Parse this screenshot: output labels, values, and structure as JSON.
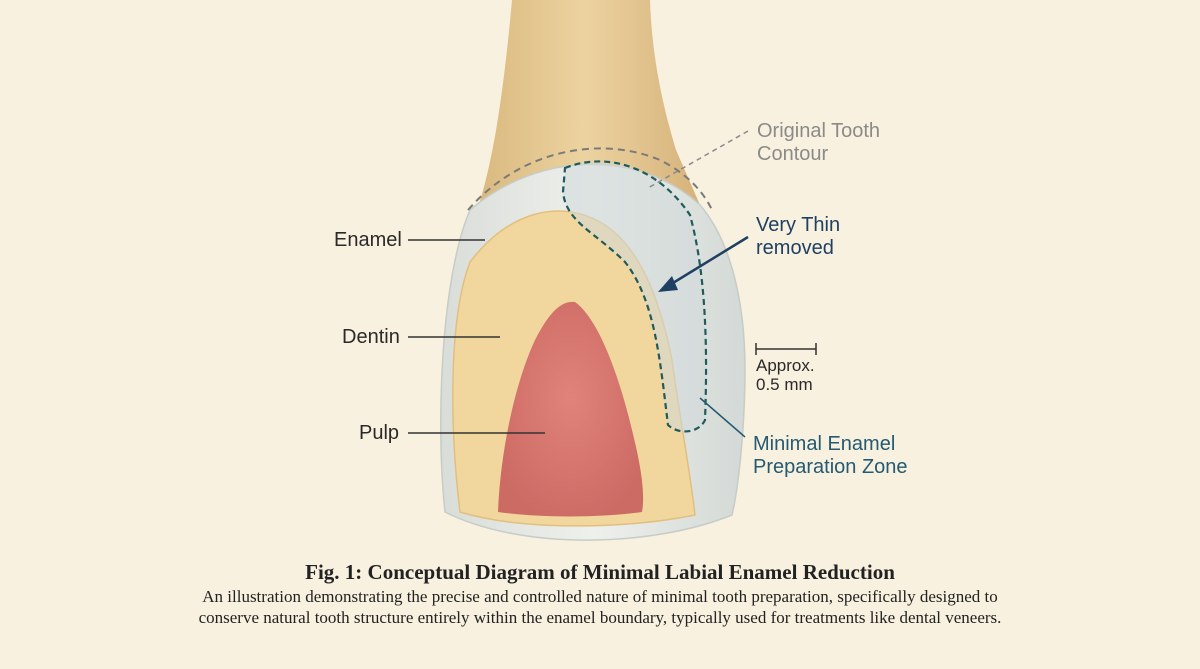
{
  "colors": {
    "background": "#f8f1df",
    "root": "#e3c48d",
    "enamel": "#e6e8e4",
    "dentin": "#f1d79d",
    "pulp": "#d9756c",
    "prep_zone_outline": "#1f5a5c",
    "arrow": "#1f3f63"
  },
  "labels": {
    "enamel": "Enamel",
    "dentin": "Dentin",
    "pulp": "Pulp",
    "original_contour": "Original Tooth\nContour",
    "very_thin": "Very Thin\nremoved",
    "scale": "Approx.\n0.5 mm",
    "prep_zone": "Minimal Enamel\nPreparation Zone"
  },
  "caption": {
    "title": "Fig. 1: Conceptual Diagram of Minimal Labial Enamel Reduction",
    "description": "An illustration demonstrating the precise and controlled nature of minimal tooth preparation, specifically designed to conserve natural tooth structure entirely within the enamel boundary, typically used for treatments like dental veneers."
  }
}
